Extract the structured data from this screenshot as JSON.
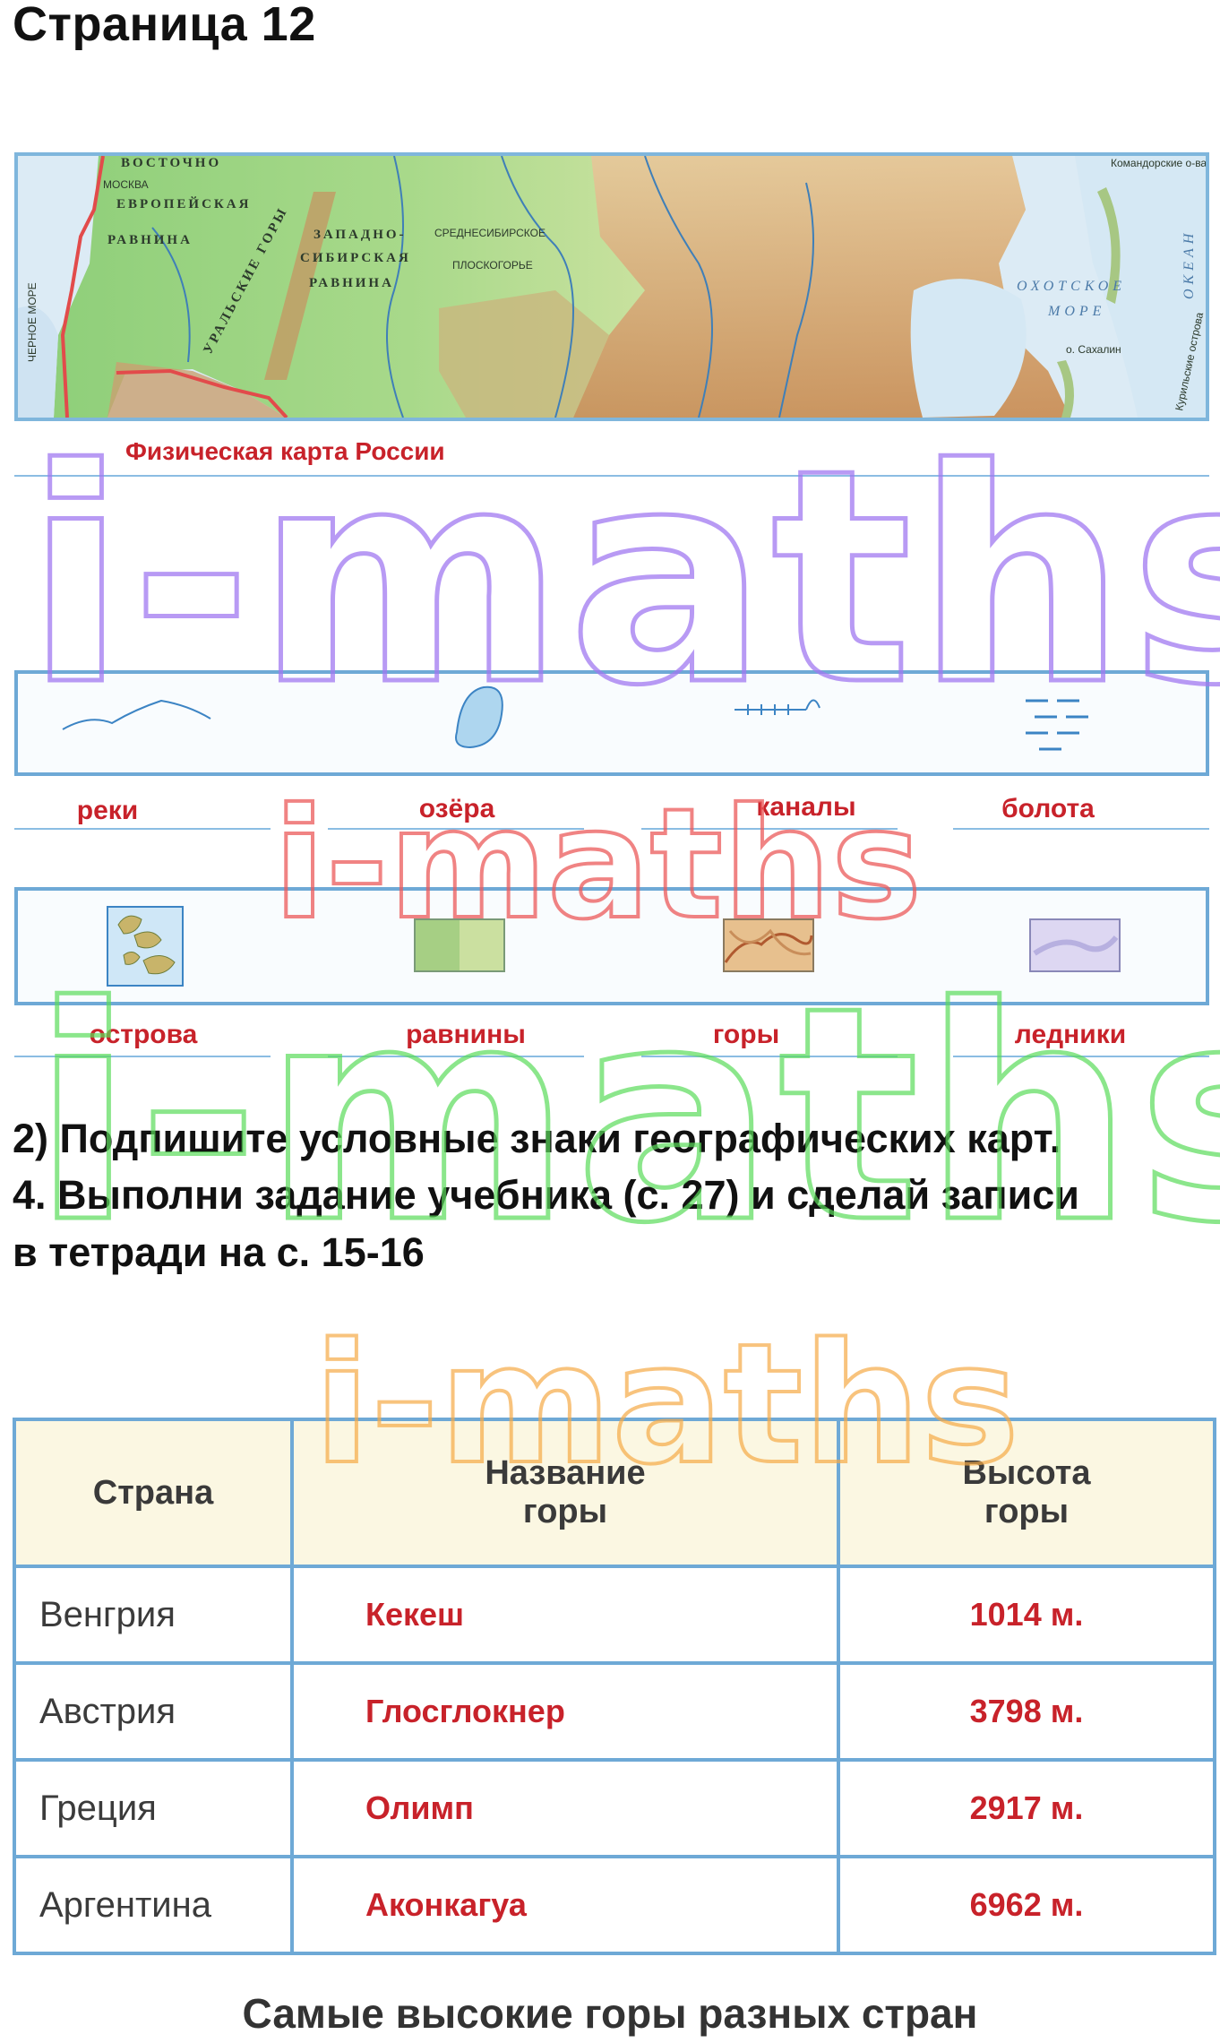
{
  "page_title": "Страница 12",
  "map": {
    "caption": "Физическая карта России",
    "labels": {
      "moscow": "МОСКВА",
      "vostochno": "ВОСТОЧНО",
      "evropeyskaya": "ЕВРОПЕЙСКАЯ",
      "ravnina": "РАВНИНА",
      "ural": "УРАЛЬСКИЕ ГОРЫ",
      "zapadno": "ЗАПАДНО-",
      "sibirskaya": "СИБИРСКАЯ",
      "ravnina2": "РАВНИНА",
      "srednesib": "СРЕДНЕСИБИРСКОЕ",
      "ploskogorye": "ПЛОСКОГОРЬЕ",
      "okhotskoe": "ОХОТСКОЕ",
      "more": "МОРЕ",
      "sakhalin": "о. Сахалин",
      "chernoe": "ЧЕРНОЕ МОРЕ",
      "okean": "ОКЕАН",
      "kurilskie": "Курильские острова",
      "komandorskie": "Командорские о-ва"
    }
  },
  "legend_row1": [
    "реки",
    "озёра",
    "каналы",
    "болота"
  ],
  "legend_row2": [
    "острова",
    "равнины",
    "горы",
    "ледники"
  ],
  "instructions": {
    "line1": "2) Подпишите условные знаки географических карт.",
    "line2": "4. Выполни задание учебника (с. 27) и сделай записи",
    "line3": "в тетради на с. 15-16"
  },
  "table": {
    "headers": {
      "country": "Страна",
      "name_1": "Название",
      "name_2": "горы",
      "height_1": "Высота",
      "height_2": "горы"
    },
    "rows": [
      {
        "country": "Венгрия",
        "mountain": "Кекеш",
        "height": "1014 м."
      },
      {
        "country": "Австрия",
        "mountain": "Глосглокнер",
        "height": "3798 м."
      },
      {
        "country": "Греция",
        "mountain": "Олимп",
        "height": "2917 м."
      },
      {
        "country": "Аргентина",
        "mountain": "Аконкагуа",
        "height": "6962 м."
      }
    ],
    "caption": "Самые высокие горы разных стран"
  },
  "watermark": "i-maths"
}
